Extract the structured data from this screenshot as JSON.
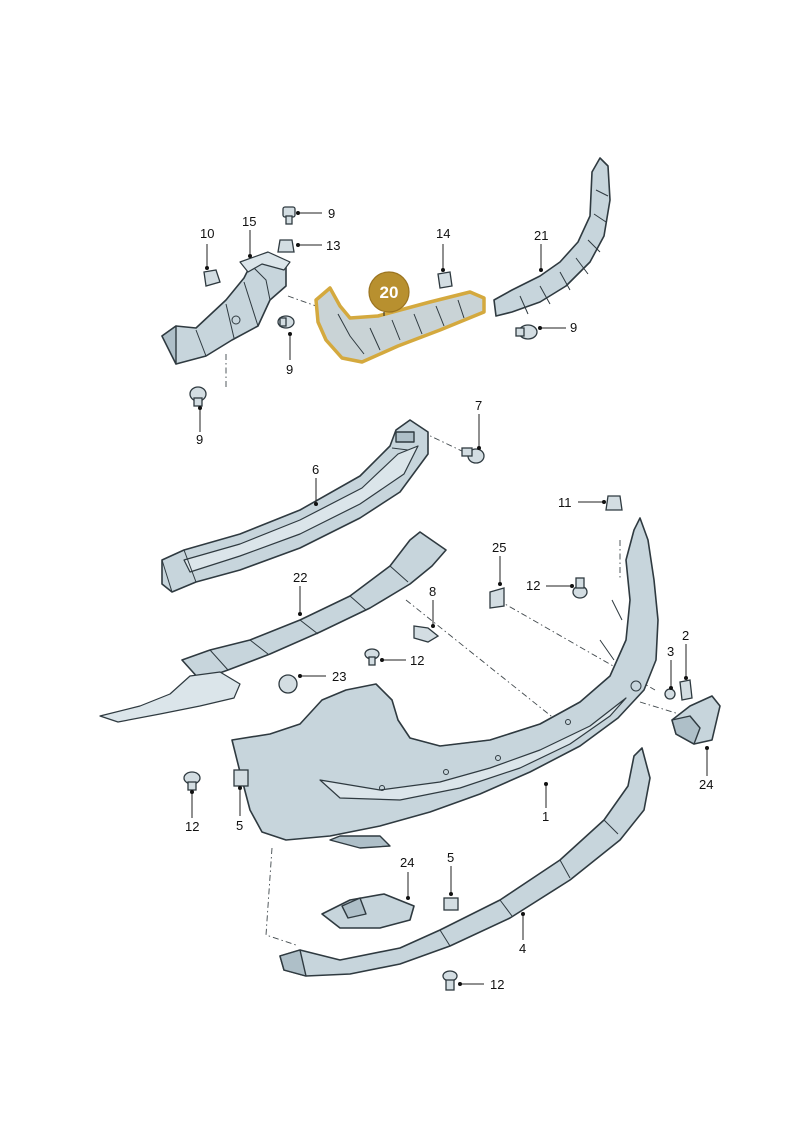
{
  "highlight": {
    "label": "20",
    "color": "#b8902f",
    "outline_color": "#d4a93e"
  },
  "callouts": {
    "c9a": "9",
    "c13": "13",
    "c10": "10",
    "c15": "15",
    "c14": "14",
    "c21": "21",
    "c9b": "9",
    "c9c": "9",
    "c9d": "9",
    "c7": "7",
    "c6": "6",
    "c11": "11",
    "c25": "25",
    "c12a": "12",
    "c22": "22",
    "c8": "8",
    "c2": "2",
    "c3": "3",
    "c12b": "12",
    "c23": "23",
    "c24a": "24",
    "c12c": "12",
    "c5a": "5",
    "c1": "1",
    "c24b": "24",
    "c5b": "5",
    "c4": "4",
    "c12d": "12"
  },
  "colors": {
    "part_fill": "#c7d5dc",
    "outline": "#2f3a40"
  }
}
